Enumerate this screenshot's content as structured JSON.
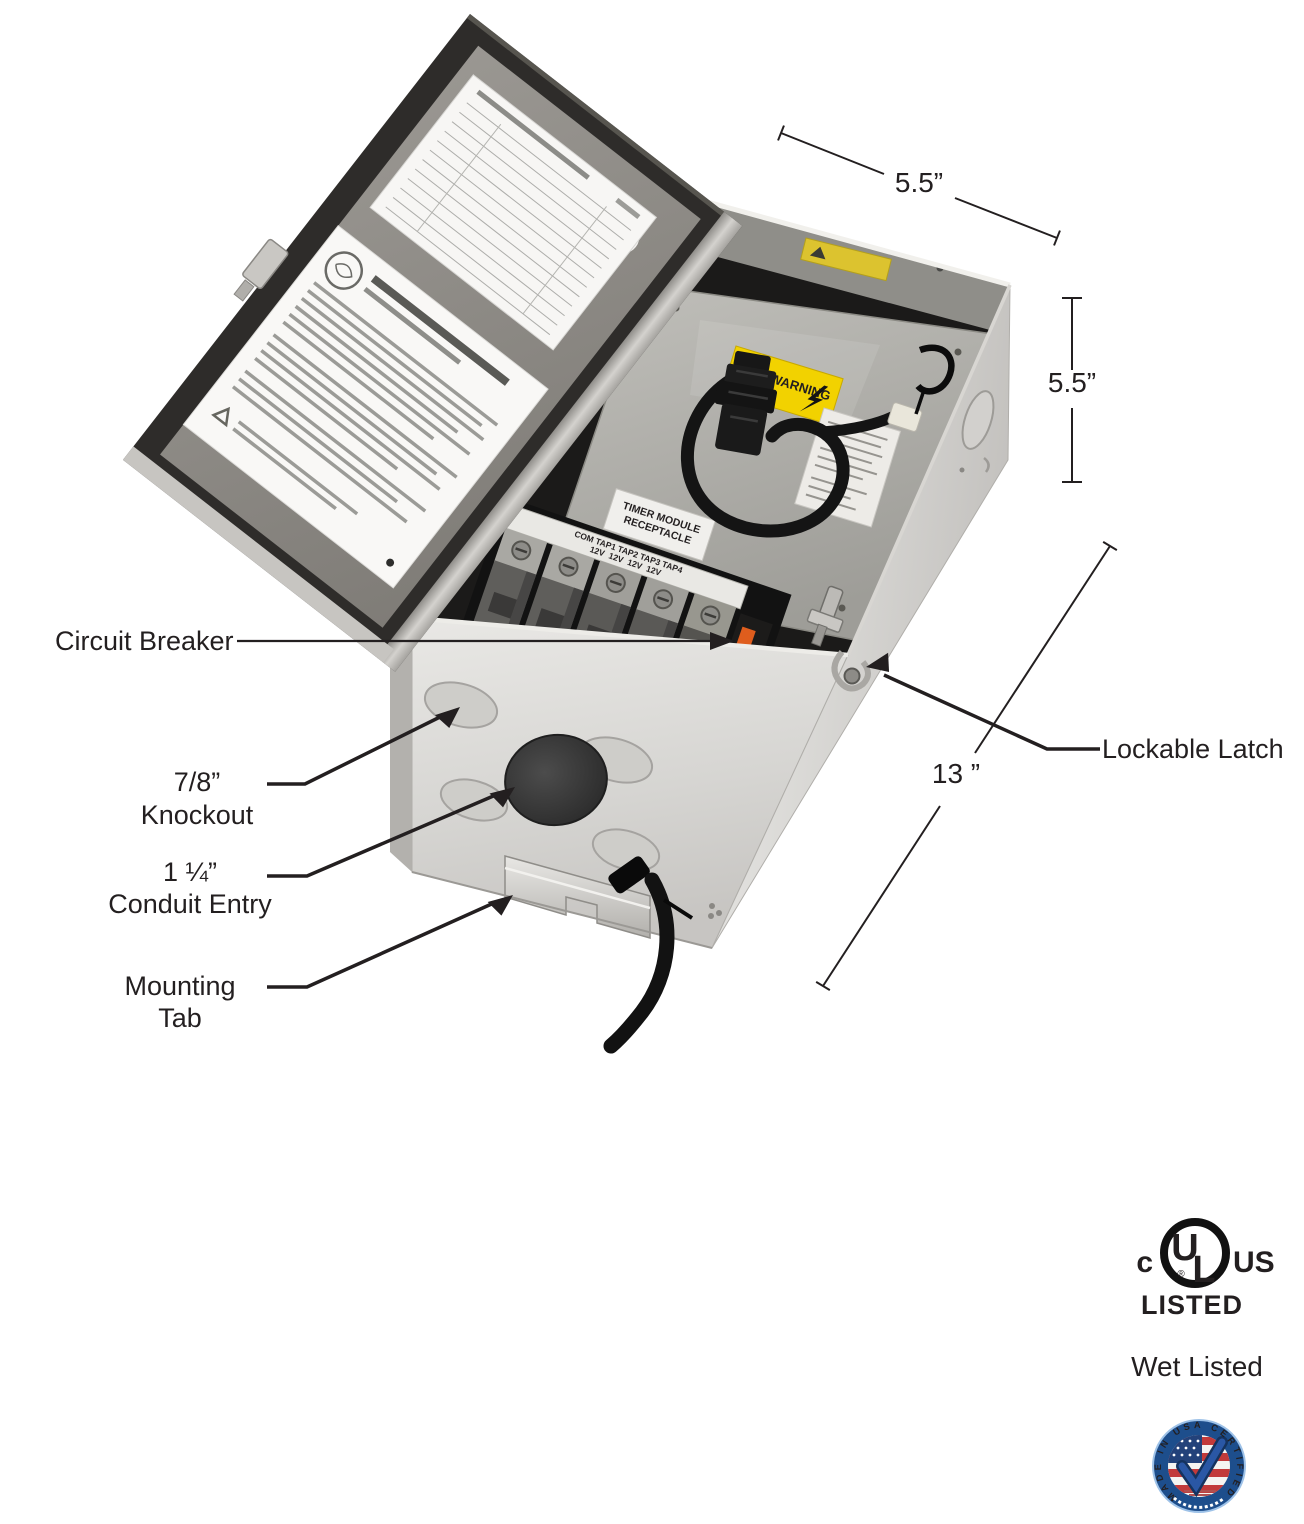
{
  "diagram": {
    "callouts": {
      "circuit_breaker": "Circuit Breaker",
      "knockout_size": "7/8”",
      "knockout_name": "Knockout",
      "conduit_size": "1 ¼”",
      "conduit_name": "Conduit Entry",
      "mounting_line1": "Mounting",
      "mounting_line2": "Tab",
      "lockable_latch": "Lockable Latch"
    },
    "dimensions": {
      "top_width": "5.5”",
      "side_height": "5.5”",
      "length": "13 ”"
    },
    "interior": {
      "warning": "WARNING",
      "receptacle_line1": "TIMER MODULE",
      "receptacle_line2": "RECEPTACLE",
      "terminal_row1": "COM TAP1 TAP2 TAP3 TAP4",
      "terminal_row2": "12V  12V  12V  12V"
    },
    "certifications": {
      "ul_c": "c",
      "ul_u": "U",
      "ul_l": "L",
      "ul_registered": "®",
      "ul_us": "US",
      "ul_listed": "LISTED",
      "wet_listed": "Wet Listed",
      "usa_badge_arc": "MADE IN USA CERTIFIED"
    },
    "colors": {
      "text": "#231f20",
      "warning_yellow": "#f2d200",
      "breaker_orange": "#df5d1d",
      "badge_blue": "#1d4e8c"
    }
  }
}
